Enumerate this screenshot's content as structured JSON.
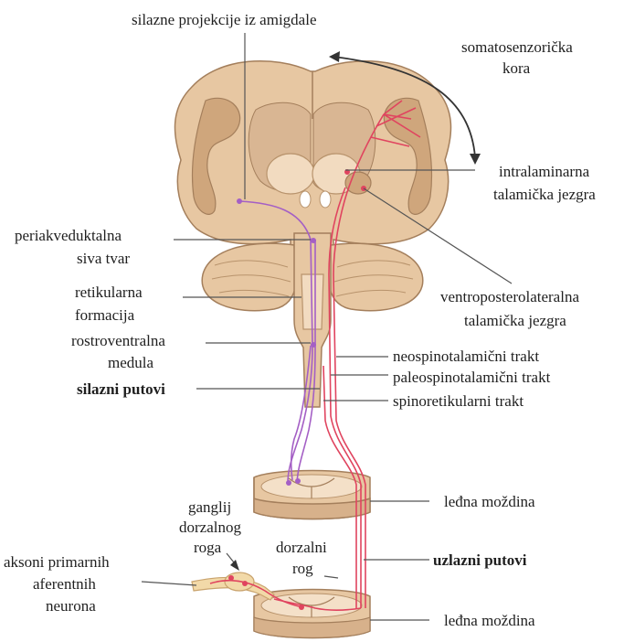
{
  "labels": {
    "descending_amygdala": "silazne projekcije iz amigdale",
    "somatosensory_line1": "somatosenzorička",
    "somatosensory_line2": "kora",
    "intralaminar_line1": "intralaminarna",
    "intralaminar_line2": "talamička jezgra",
    "periaqueductal_line1": "periakveduktalna",
    "periaqueductal_line2": "siva tvar",
    "reticular_line1": "retikularna",
    "reticular_line2": "formacija",
    "vpl_line1": "ventroposterolateralna",
    "vpl_line2": "talamička jezgra",
    "rvm_line1": "rostroventralna",
    "rvm_line2": "medula",
    "neospino": "neospinotalamični trakt",
    "paleospino": "paleospinotalamični trakt",
    "descending_paths": "silazni putovi",
    "spinoreticular": "spinoretikularni trakt",
    "spinal_cord_upper": "leđna moždina",
    "drg_line1": "ganglij",
    "drg_line2": "dorzalnog",
    "drg_line3": "roga",
    "dorsal_horn_line1": "dorzalni",
    "dorsal_horn_line2": "rog",
    "primary_afferent_line1": "aksoni primarnih",
    "primary_afferent_line2": "aferentnih",
    "primary_afferent_line3": "neurona",
    "ascending_paths": "uzlazni putovi",
    "spinal_cord_lower": "leđna moždina"
  },
  "colors": {
    "tissue": "#e7c7a2",
    "tissue_dark": "#cfa67c",
    "ascending": "#e0445f",
    "descending": "#a45fc5"
  }
}
